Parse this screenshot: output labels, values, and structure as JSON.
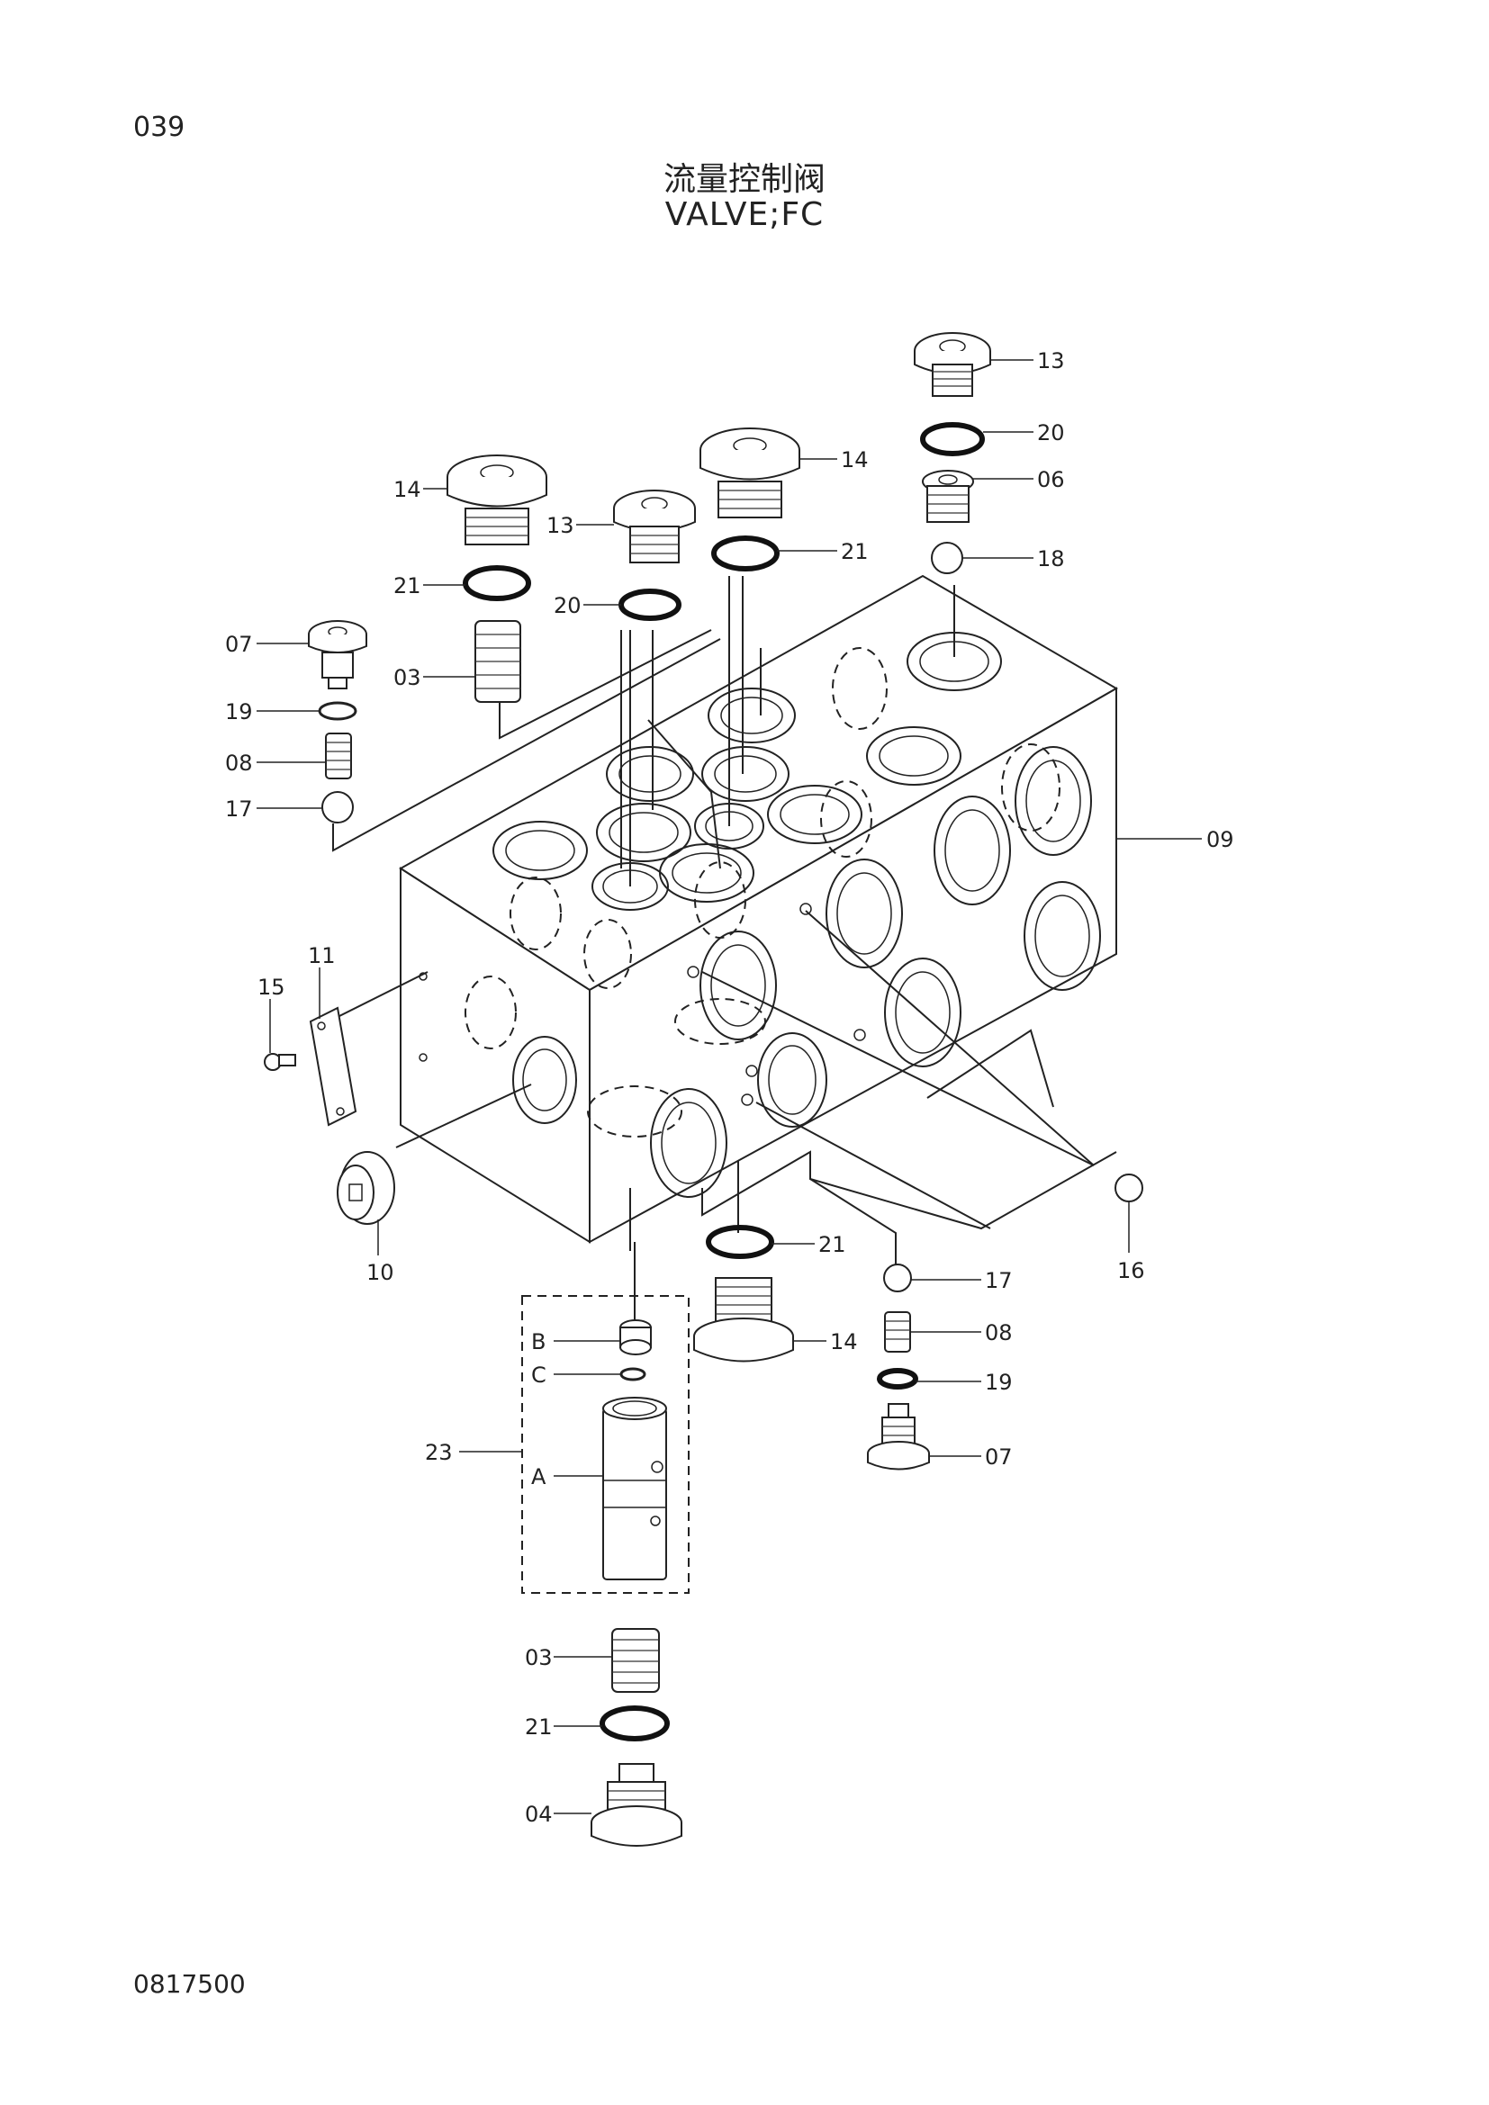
{
  "header": {
    "page_number": "039",
    "title_cn": "流量控制阀",
    "title_en": "VALVE;FC"
  },
  "footer": {
    "drawing_number": "0817500"
  },
  "callouts": {
    "c13a": "13",
    "c20a": "20",
    "c06": "06",
    "c18": "18",
    "c14a": "14",
    "c21a": "21",
    "c14b": "14",
    "c13b": "13",
    "c21b": "21",
    "c20b": "20",
    "c07a": "07",
    "c03a": "03",
    "c19a": "19",
    "c08a": "08",
    "c17a": "17",
    "c09": "09",
    "c11": "11",
    "c15": "15",
    "c10": "10",
    "c16": "16",
    "c21c": "21",
    "c14c": "14",
    "c17b": "17",
    "c08b": "08",
    "c19b": "19",
    "c07b": "07",
    "cB": "B",
    "cC": "C",
    "cA": "A",
    "c23": "23",
    "c03b": "03",
    "c21d": "21",
    "c04": "04"
  }
}
